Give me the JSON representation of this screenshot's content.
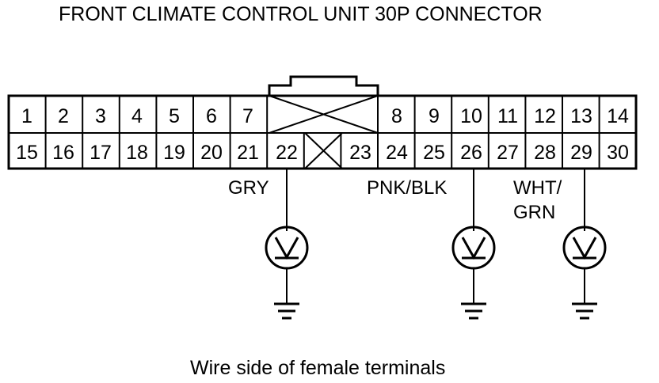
{
  "title": "FRONT CLIMATE CONTROL UNIT 30P CONNECTOR",
  "caption": "Wire side of female terminals",
  "row_top": [
    "1",
    "2",
    "3",
    "4",
    "5",
    "6",
    "7",
    "8",
    "9",
    "10",
    "11",
    "12",
    "13",
    "14"
  ],
  "row_bottom": [
    "15",
    "16",
    "17",
    "18",
    "19",
    "20",
    "21",
    "22",
    "23",
    "24",
    "25",
    "26",
    "27",
    "28",
    "29",
    "30"
  ],
  "probes": [
    {
      "pin": "22",
      "wire_color": "GRY"
    },
    {
      "pin": "26",
      "wire_color": "PNK/BLK"
    },
    {
      "pin": "29",
      "wire_color_line1": "WHT/",
      "wire_color_line2": "GRN"
    }
  ],
  "meter_symbol": "voltmeter-icon",
  "ground_symbol": "ground-icon"
}
